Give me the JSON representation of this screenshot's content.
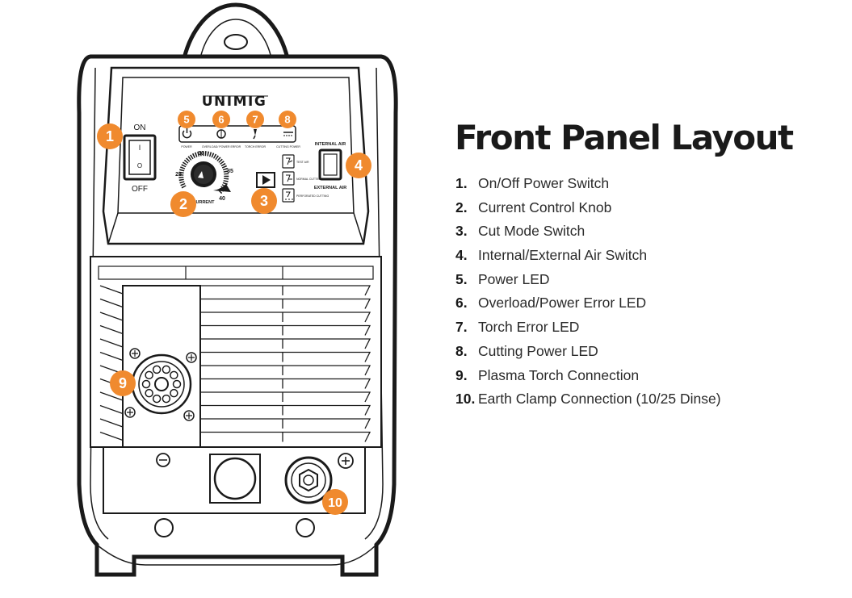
{
  "diagram": {
    "brand": "UNIMIG",
    "switch_on_label": "ON",
    "switch_off_label": "OFF",
    "switch_on_symbol": "I",
    "switch_off_symbol": "O",
    "internal_air_label": "INTERNAL AIR",
    "external_air_label": "EXTERNAL AIR",
    "knob_label": "CURRENT",
    "knob_ticks": [
      "25",
      "30",
      "35",
      "40"
    ],
    "led_labels": [
      "POWER",
      "OVERLOAD/ POWER ERROR",
      "TORCH ERROR",
      "CUTTING POWER"
    ],
    "mode_labels": [
      "TEST AIR",
      "NORMAL CUTTING",
      "PERFORATED CUTTING"
    ],
    "callouts": [
      "1",
      "2",
      "3",
      "4",
      "5",
      "6",
      "7",
      "8",
      "9",
      "10"
    ],
    "callout_color": "#F08A2E",
    "outline_color": "#1a1a1a"
  },
  "legend": {
    "title": "Front Panel Layout",
    "items": [
      {
        "num": "1.",
        "text": "On/Off Power Switch"
      },
      {
        "num": "2.",
        "text": "Current Control Knob"
      },
      {
        "num": "3.",
        "text": "Cut Mode Switch"
      },
      {
        "num": "4.",
        "text": "Internal/External Air Switch"
      },
      {
        "num": "5.",
        "text": "Power LED"
      },
      {
        "num": "6.",
        "text": "Overload/Power Error LED"
      },
      {
        "num": "7.",
        "text": "Torch Error LED"
      },
      {
        "num": "8.",
        "text": "Cutting Power LED"
      },
      {
        "num": "9.",
        "text": "Plasma Torch Connection"
      },
      {
        "num": "10.",
        "text": "Earth Clamp Connection (10/25 Dinse)"
      }
    ]
  }
}
